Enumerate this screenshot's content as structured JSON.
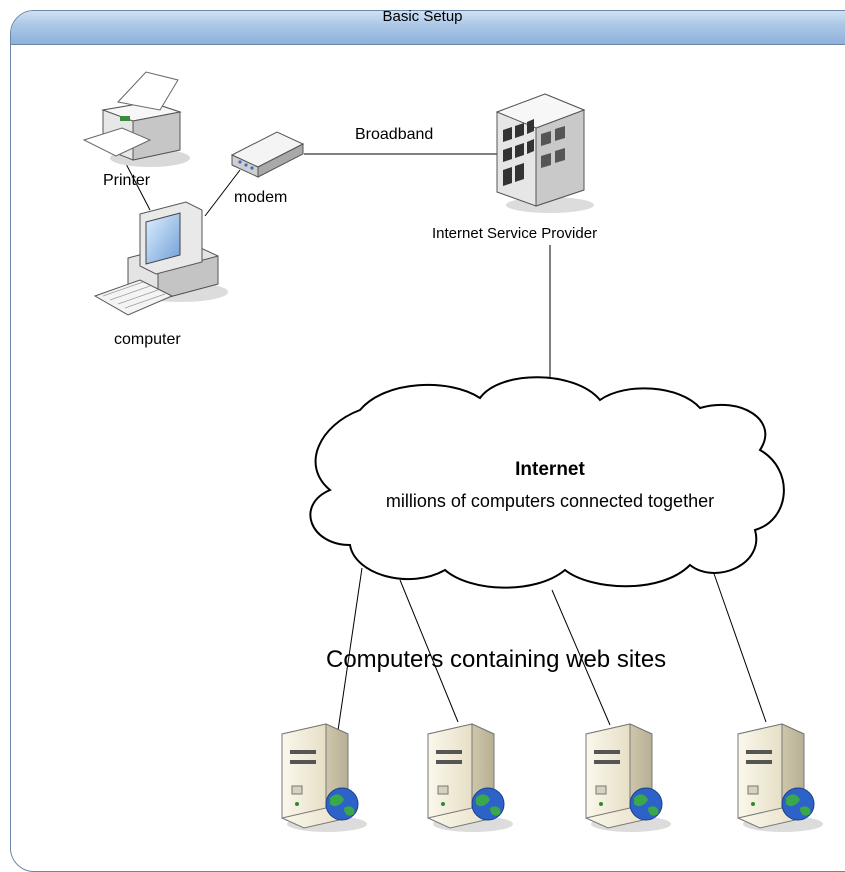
{
  "title": "Basic Setup",
  "nodes": {
    "printer": "Printer",
    "modem": "modem",
    "computer": "computer",
    "isp": "Internet Service Provider"
  },
  "connections": {
    "modem_isp": "Broadband"
  },
  "cloud": {
    "title": "Internet",
    "subtitle": "millions of computers connected together"
  },
  "servers_label": "Computers containing web sites",
  "colors": {
    "title_bar": "#a9c6e6",
    "frame_border": "#6a86a8",
    "globe_land": "#3aa84a",
    "globe_water": "#2d62c8"
  }
}
